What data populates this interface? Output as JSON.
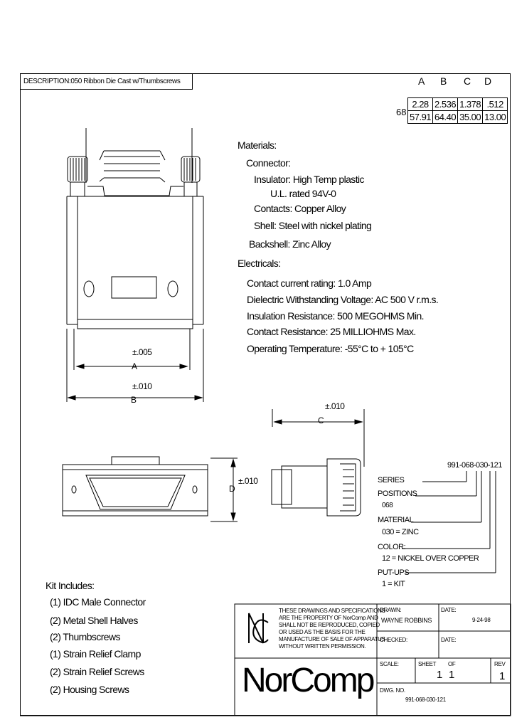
{
  "description": {
    "label": "DESCRIPTION:",
    "value": ".050 Ribbon Die Cast w/Thumbscrews"
  },
  "dimensions_table": {
    "headers": [
      "A",
      "B",
      "C",
      "D"
    ],
    "row_label": "68",
    "inch_values": [
      "2.28",
      "2.536",
      "1.378",
      ".512"
    ],
    "mm_values": [
      "57.91",
      "64.40",
      "35.00",
      "13.00"
    ]
  },
  "materials": {
    "heading": "Materials:",
    "connector": "Connector:",
    "insulator": "Insulator: High Temp plastic",
    "ul_rating": "U.L. rated 94V-0",
    "contacts": "Contacts: Copper Alloy",
    "shell": "Shell: Steel with nickel plating",
    "backshell": "Backshell: Zinc Alloy"
  },
  "electricals": {
    "heading": "Electricals:",
    "current": "Contact current rating: 1.0 Amp",
    "dielectric": "Dielectric Withstanding Voltage: AC 500 V r.m.s.",
    "insulation": "Insulation Resistance: 500 MEGOHMS Min.",
    "contact_resistance": "Contact Resistance: 25 MILLIOHMS Max.",
    "temperature": "Operating Temperature: -55°C to + 105°C"
  },
  "drawing_labels": {
    "tol_a": "±.005",
    "label_a": "A",
    "tol_b": "±.010",
    "label_b": "B",
    "tol_c": "±.010",
    "label_c": "C",
    "tol_d": "±.010",
    "label_d": "D"
  },
  "part_number": {
    "number": "991-068-030-121",
    "series": "SERIES",
    "positions": "POSITIONS",
    "positions_value": "068",
    "material": "MATERIAL",
    "material_value": "030 = ZINC",
    "color": "COLOR:",
    "color_value": "12 = NICKEL OVER COPPER",
    "putups": "PUT-UPS",
    "putups_value": "1 = KIT"
  },
  "kit": {
    "heading": "Kit Includes:",
    "items": [
      "(1) IDC Male Connector",
      "(2) Metal Shell Halves",
      "(2) Thumbscrews",
      "(1) Strain Relief Clamp",
      "(2) Strain Relief Screws",
      "(2) Housing Screws"
    ]
  },
  "title_block": {
    "notice_lines": [
      "THESE DRAWINGS AND SPECIFICATIONS",
      "ARE THE PROPERTY OF NorComp AND",
      "SHALL NOT BE REPRODUCED, COPIED",
      "OR USED AS THE BASIS FOR THE",
      "MANUFACTURE OF SALE OF APPARATUS",
      "WITHOUT WRITTEN PERMISSION."
    ],
    "drawn_label": "DRAWN:",
    "drawn_value": "WAYNE ROBBINS",
    "date_label_1": "DATE:",
    "date_value_1": "9-24-98",
    "checked_label": "CHECKED:",
    "date_label_2": "DATE:",
    "scale_label": "SCALE:",
    "sheet_label": "SHEET",
    "sheet_value": "1",
    "of_label": "OF",
    "of_value": "1",
    "rev_label": "REV",
    "rev_value": "1",
    "dwg_label": "DWG. NO.",
    "dwg_value": "991-068-030-121",
    "company": "NorComp"
  }
}
